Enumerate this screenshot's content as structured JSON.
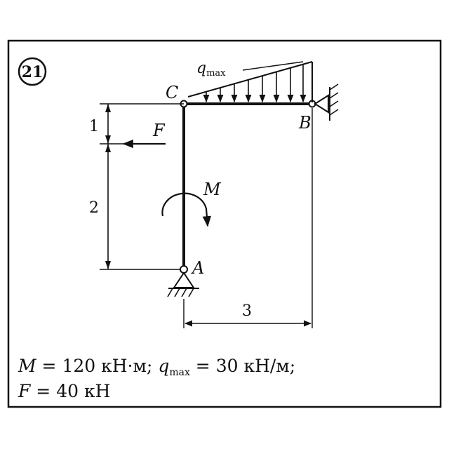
{
  "problem_number": "21",
  "points": {
    "a": "A",
    "b": "B",
    "c": "C"
  },
  "loads": {
    "force": "F",
    "moment": "M",
    "q_symbol": "q",
    "q_subscript": "max"
  },
  "dimensions": {
    "height_upper": "1",
    "height_lower": "2",
    "span": "3"
  },
  "given": {
    "line1": {
      "m_symbol": "M",
      "m_value": " = 120 кН·м; ",
      "q_symbol": "q",
      "q_subscript": "max",
      "q_value": " = 30 кН/м;"
    },
    "line2": {
      "f_symbol": "F",
      "f_value": " = 40 кН"
    }
  },
  "colors": {
    "ink": "#111111",
    "background": "#ffffff"
  }
}
